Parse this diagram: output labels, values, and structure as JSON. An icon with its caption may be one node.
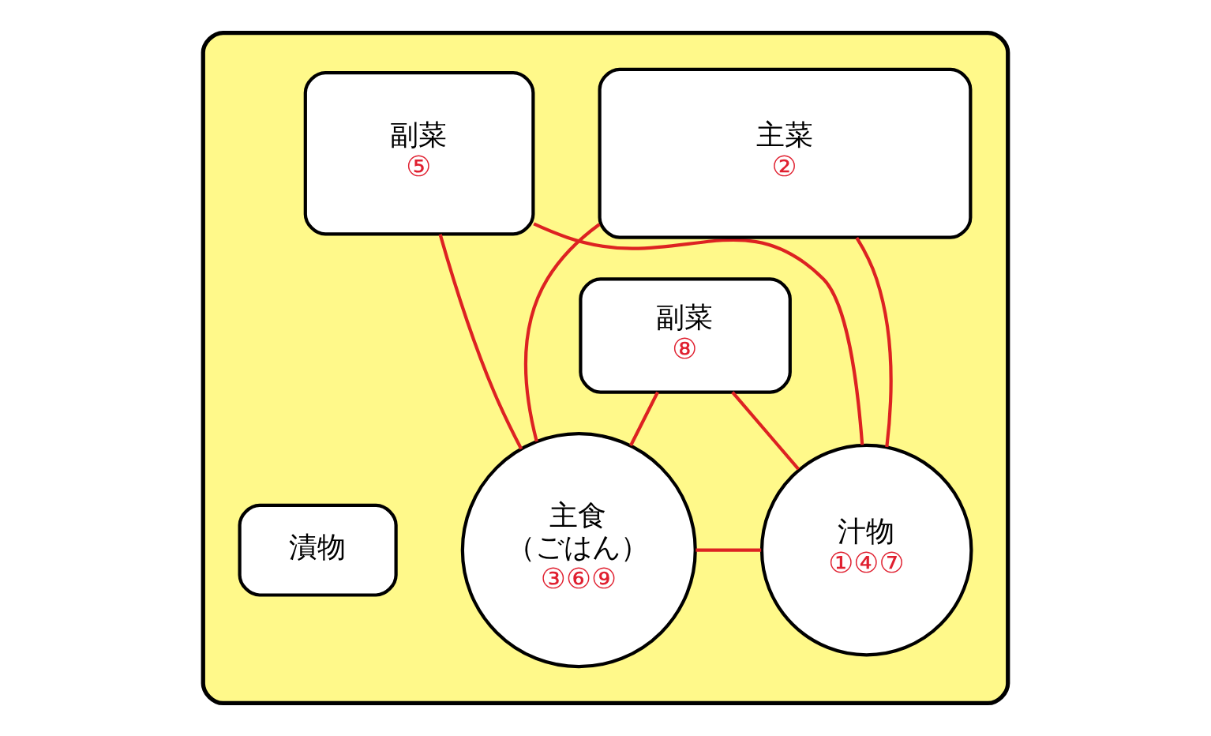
{
  "diagram": {
    "nodes": [
      {
        "text": [],
        "shape": "box"
      },
      {
        "text": [
          "副菜",
          "⑤"
        ],
        "in": 0
      },
      {
        "text": [
          "主菜",
          "②"
        ],
        "in": 0
      },
      {
        "text": [
          "副菜",
          "⑧"
        ],
        "in": 0
      },
      {
        "text": [
          "主食",
          "（ごはん）",
          "③⑥⑨"
        ],
        "in": 0
      },
      {
        "text": [
          "漬物"
        ],
        "in": 0
      },
      {
        "text": [
          "汁物",
          "①④⑦"
        ],
        "in": 0
      }
    ],
    "edges": [
      {
        "from": 2,
        "to": 6,
        "arrow": "none",
        "color": "#dd2222"
      },
      {
        "from": 2,
        "to": 4,
        "arrow": "none",
        "color": "#dd2222"
      },
      {
        "from": 4,
        "to": 6,
        "arrow": "none",
        "color": "#dd2222"
      },
      {
        "from": 1,
        "to": 6,
        "arrow": "none",
        "color": "#dd2222"
      },
      {
        "from": 1,
        "to": 4,
        "arrow": "none",
        "color": "#dd2222"
      },
      {
        "from": 3,
        "to": 6,
        "arrow": "none",
        "color": "#dd2222"
      },
      {
        "from": 3,
        "to": 4,
        "arrow": "none",
        "color": "#dd2222"
      }
    ]
  }
}
